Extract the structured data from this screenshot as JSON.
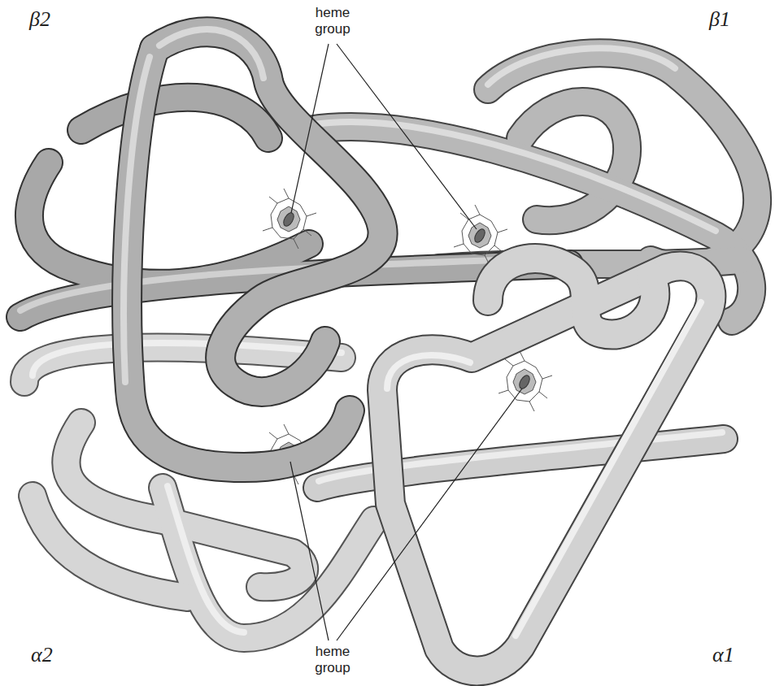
{
  "diagram": {
    "labels": [
      "β2",
      "heme group",
      "β1",
      "α2",
      "α1",
      "heme group"
    ]
  }
}
